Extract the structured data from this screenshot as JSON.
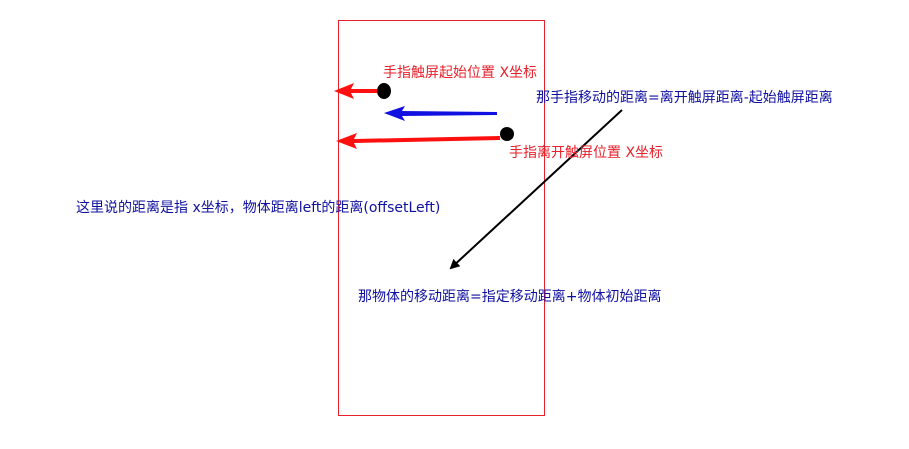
{
  "labels": {
    "start_x": "手指触屏起始位置 X坐标",
    "finger_distance": "那手指移动的距离=离开触屏距离-起始触屏距离",
    "end_x": "手指离开触屏位置 X坐标",
    "distance_note": "这里说的距离是指 x坐标，物体距离left的距离(offsetLeft)",
    "object_distance": "那物体的移动距离=指定移动距离+物体初始距离"
  },
  "colors": {
    "frame": "#e8202a",
    "red_text": "#e8202a",
    "blue_text": "#1010a0",
    "red_arrow": "#ff1010",
    "blue_arrow": "#1010e0",
    "dot": "#000000"
  }
}
